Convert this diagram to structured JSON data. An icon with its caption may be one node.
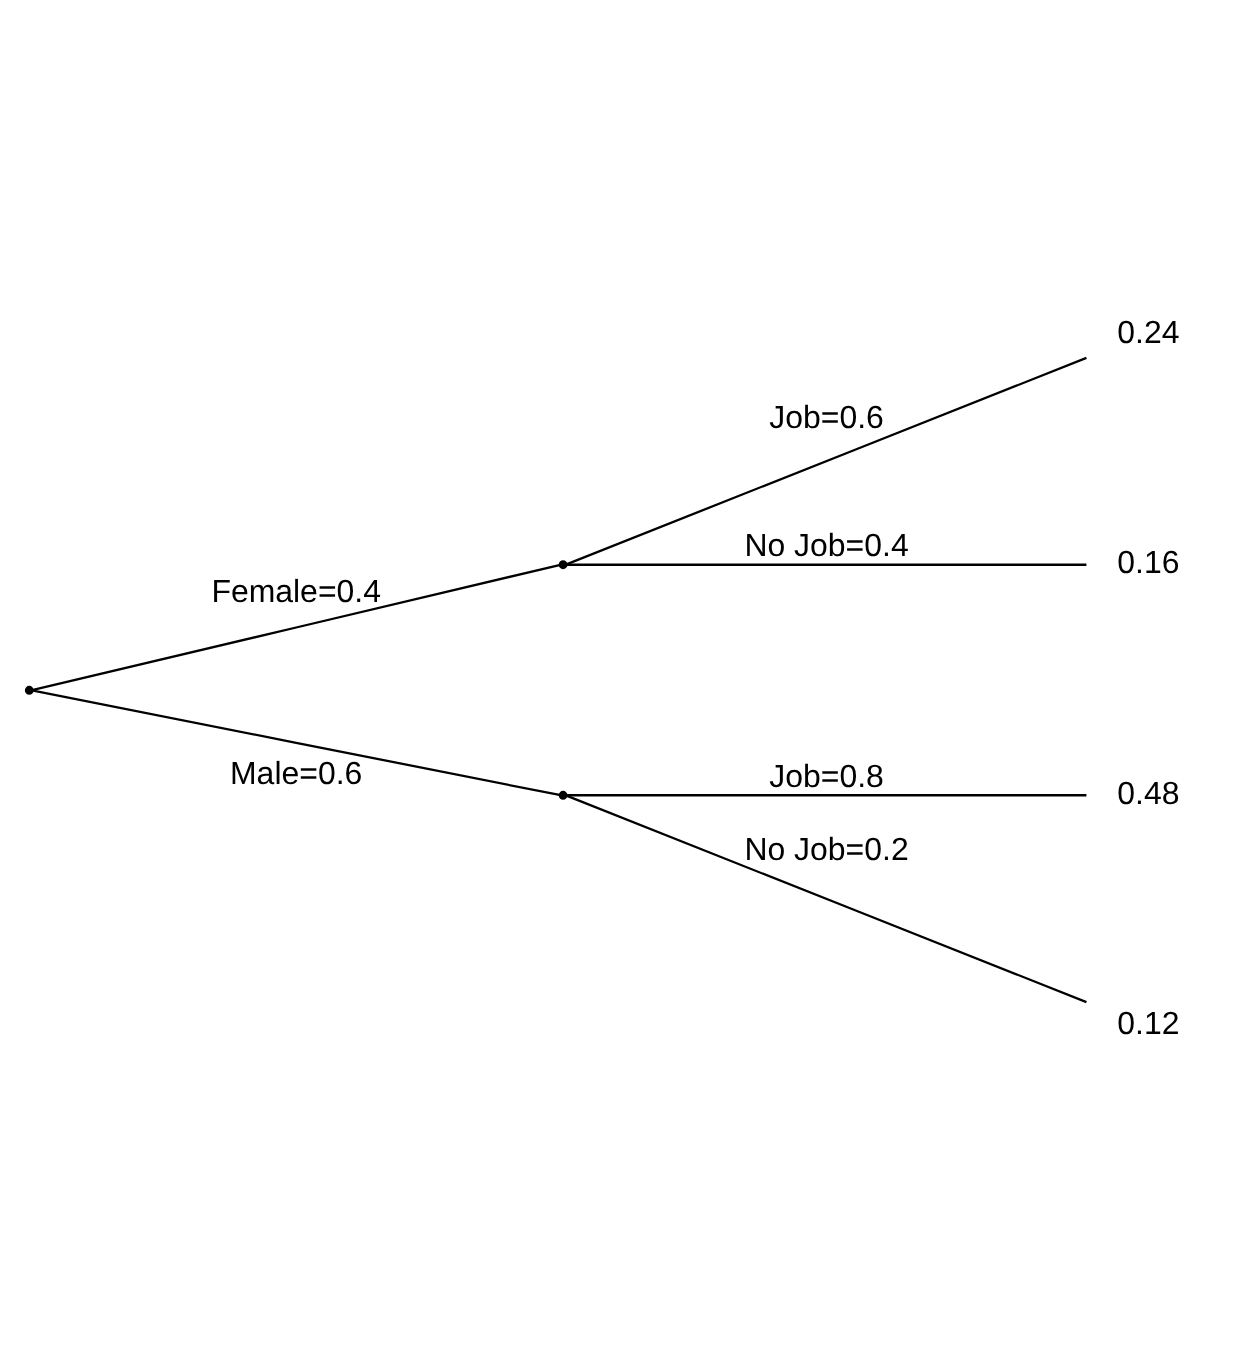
{
  "diagram": {
    "nodes": [
      {
        "text": [],
        "shape": "point"
      },
      {
        "text": [],
        "shape": "point"
      },
      {
        "text": [],
        "shape": "point"
      },
      {
        "text": [
          "0.24"
        ]
      },
      {
        "text": [
          "0.16"
        ]
      },
      {
        "text": [
          "0.48"
        ]
      },
      {
        "text": [
          "0.12"
        ]
      }
    ],
    "edges": [
      {
        "from": 0,
        "to": 1,
        "arrow": "none",
        "label": "Female=0.4"
      },
      {
        "from": 0,
        "to": 2,
        "arrow": "none",
        "label": "Male=0.6"
      },
      {
        "from": 1,
        "to": 3,
        "arrow": "none",
        "label": "Job=0.6"
      },
      {
        "from": 1,
        "to": 4,
        "arrow": "none",
        "label": "No Job=0.4"
      },
      {
        "from": 2,
        "to": 5,
        "arrow": "none",
        "label": "Job=0.8"
      },
      {
        "from": 2,
        "to": 6,
        "arrow": "none",
        "label": "No Job=0.2"
      }
    ]
  }
}
